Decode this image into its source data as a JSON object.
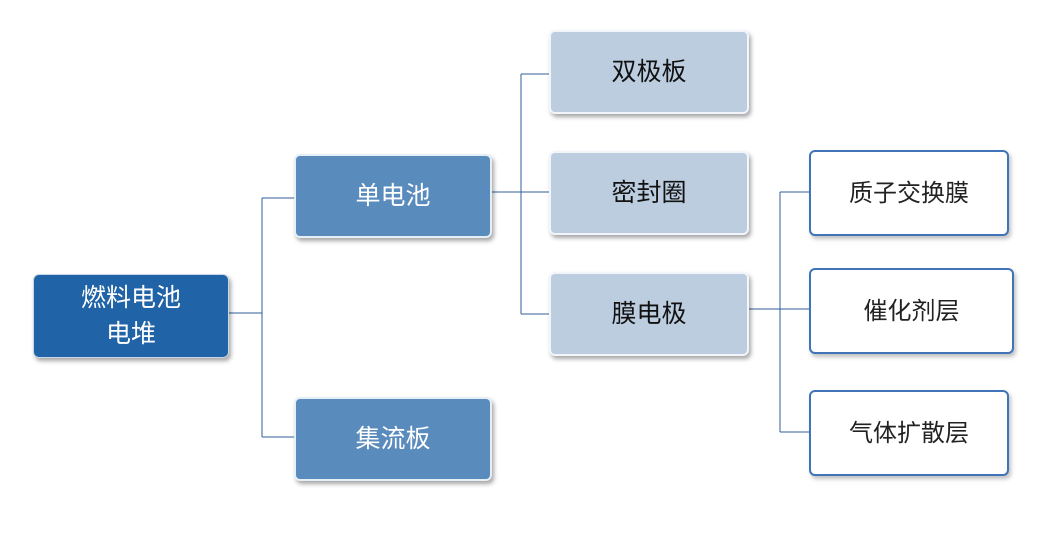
{
  "root": {
    "line1": "燃料电池",
    "line2": "电堆"
  },
  "level1": {
    "cell": "单电池",
    "collector": "集流板"
  },
  "level2": {
    "bipolar_plate": "双极板",
    "seal_ring": "密封圈",
    "mea": "膜电极"
  },
  "level3": {
    "pem": "质子交换膜",
    "catalyst_layer": "催化剂层",
    "gas_diffusion_layer": "气体扩散层"
  },
  "colors": {
    "connector": "#2f5f9a",
    "root_fill": "#2063a6",
    "level1_fill": "#5a8bbd",
    "level2_fill": "#bccde0",
    "level3_border": "#3f74b8"
  }
}
